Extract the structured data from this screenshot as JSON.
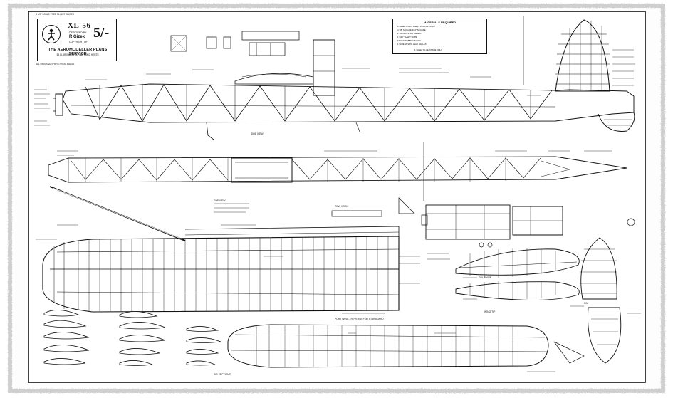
{
  "title_block": {
    "model_name": "XL-56",
    "designer_caption": "DESIGNED BY",
    "designer_name": "R Gizek",
    "copyright_caption": "COPYRIGHT OF",
    "price": "5/-",
    "service_name": "THE AEROMODELLER PLANS SERVICE",
    "service_sub": "38 CLARENDON RD. WATFORD HERTS"
  },
  "header_note": "A 1/2\" SCALE FREE FLIGHT GLIDER",
  "foot_note": "ALL RIBS AND SPARS FROM BALSA",
  "materials": {
    "title": "MATERIALS REQUIRED",
    "rows": [
      "6 SHEETS 1/16\" SHEET  1/16\"x1/8\" STRIP",
      "4 1/8\" SQUARE  3/16\" SQUARE",
      "2 1/8\"x1/4\" STRIP  CEMENT",
      "1 3/32\" SHEET  DOPE",
      "TISSUE  RUBBER BANDS",
      "1 WIRE 18 SWG  LEAD BALLAST"
    ],
    "footer": "1 SHEET BLUE TISSUE ONLY"
  },
  "labels": {
    "fuselage_side": "SIDE VIEW",
    "fuselage_top": "TOP VIEW",
    "wing_plan": "PORT WING - REVERSE FOR STARBOARD",
    "tailplane": "TAILPLANE",
    "fin": "FIN",
    "wing_tip": "WING TIP",
    "tow_hook": "TOW HOOK",
    "sections": "RIB SECTIONS"
  },
  "colors": {
    "ink": "#111111",
    "paper": "#ffffff",
    "border": "#222222"
  }
}
